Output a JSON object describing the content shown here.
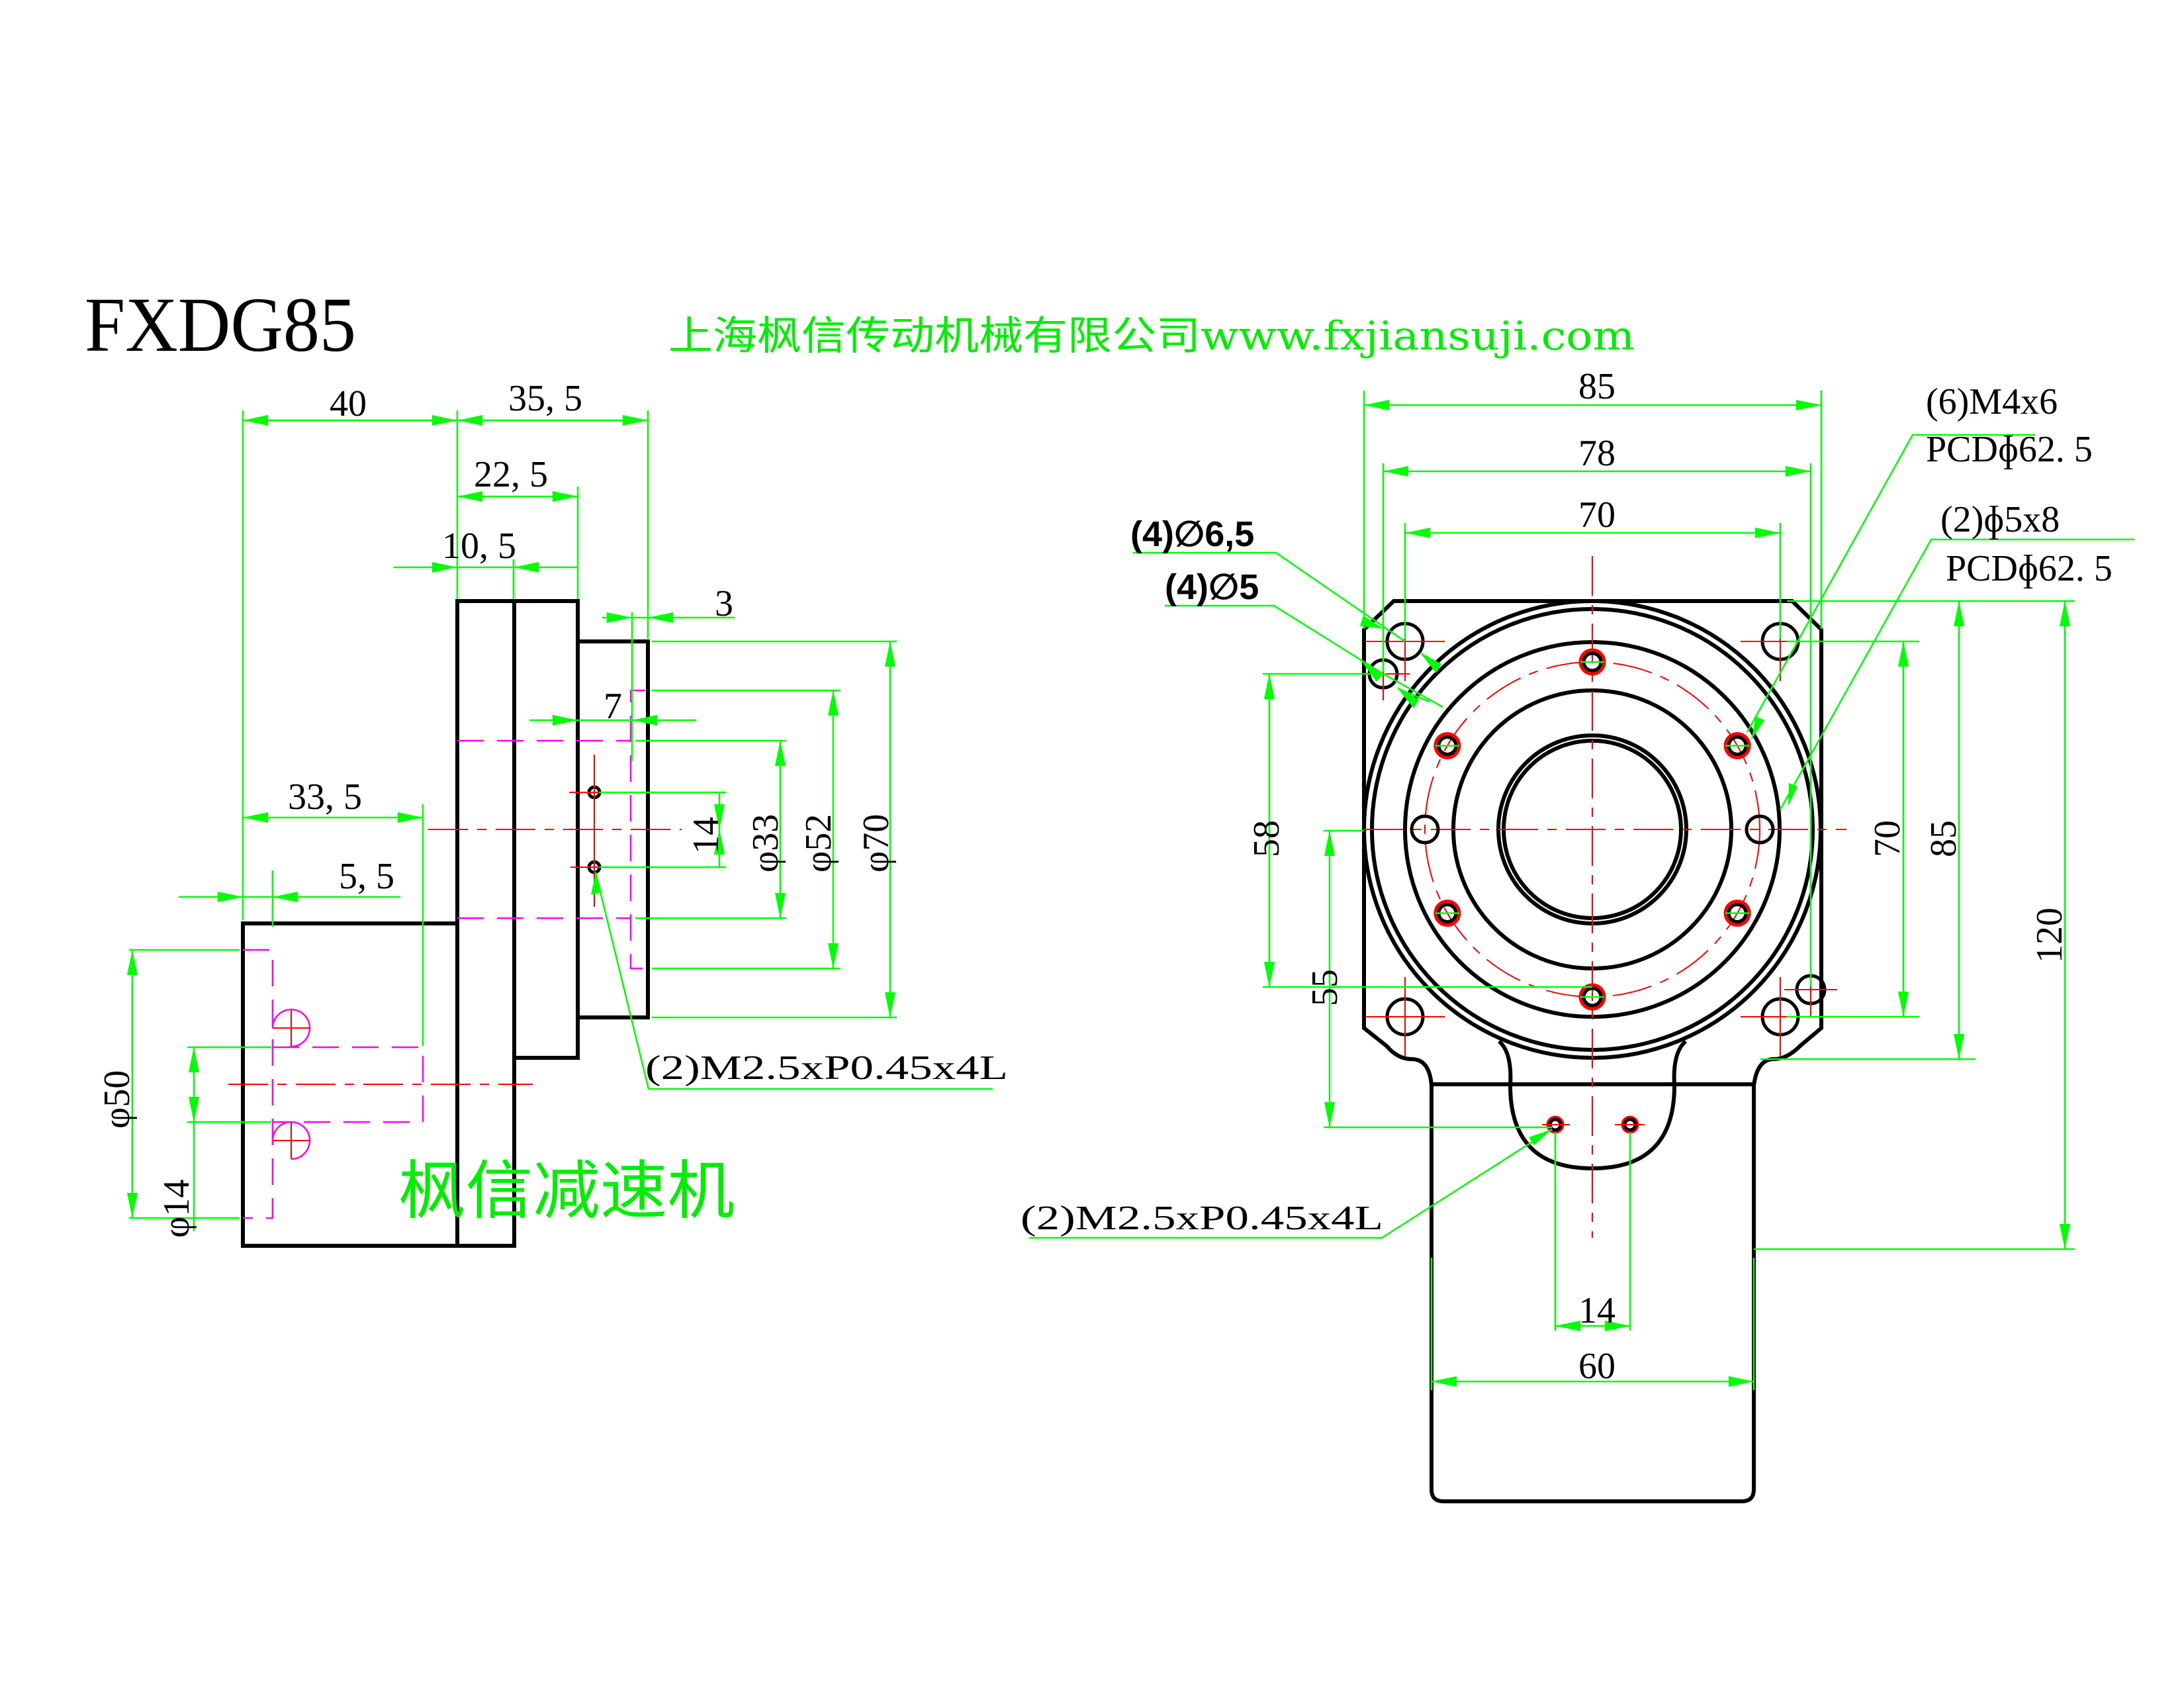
{
  "title": "FXDG85",
  "company_banner": "上海枫信传动机械有限公司www.fxjiansuji.com",
  "watermark": "枫信减速机",
  "colors": {
    "outline": "#000000",
    "dimension": "#00ff00",
    "centerline": "#ff0000",
    "hidden_line": "#ff00ff"
  },
  "side_view": {
    "dims": {
      "overall_motor_side": "40",
      "overall_output_side": "35, 5",
      "flange_to_step": "22, 5",
      "flange_thickness": "10, 5",
      "output_step": "3",
      "hole_depth": "7",
      "input_shaft_depth": "33, 5",
      "input_offset": "5, 5",
      "bore_phi50": "φ50",
      "bore_phi14": "φ14",
      "tap_spacing": "14",
      "phi33": "φ33",
      "phi52": "φ52",
      "phi70": "φ70"
    },
    "callout_tap": "(2)M2.5xP0.45x4L"
  },
  "front_view": {
    "dims": {
      "width_85": "85",
      "width_78": "78",
      "width_70": "70",
      "height_70": "70",
      "height_85": "85",
      "height_120": "120",
      "offset_58": "58",
      "offset_55": "55",
      "tail_tap_spacing": "14",
      "tail_width": "60"
    },
    "callout_holes_large": "(4)∅6,5",
    "callout_holes_small": "(4)∅5",
    "callout_m4_line1": "(6)M4x6",
    "callout_m4_line2": "PCDɸ62. 5",
    "callout_pin_line1": "(2)ɸ5x8",
    "callout_pin_line2": "PCDɸ62. 5",
    "callout_tail_tap": "(2)M2.5xP0.45x4L"
  }
}
